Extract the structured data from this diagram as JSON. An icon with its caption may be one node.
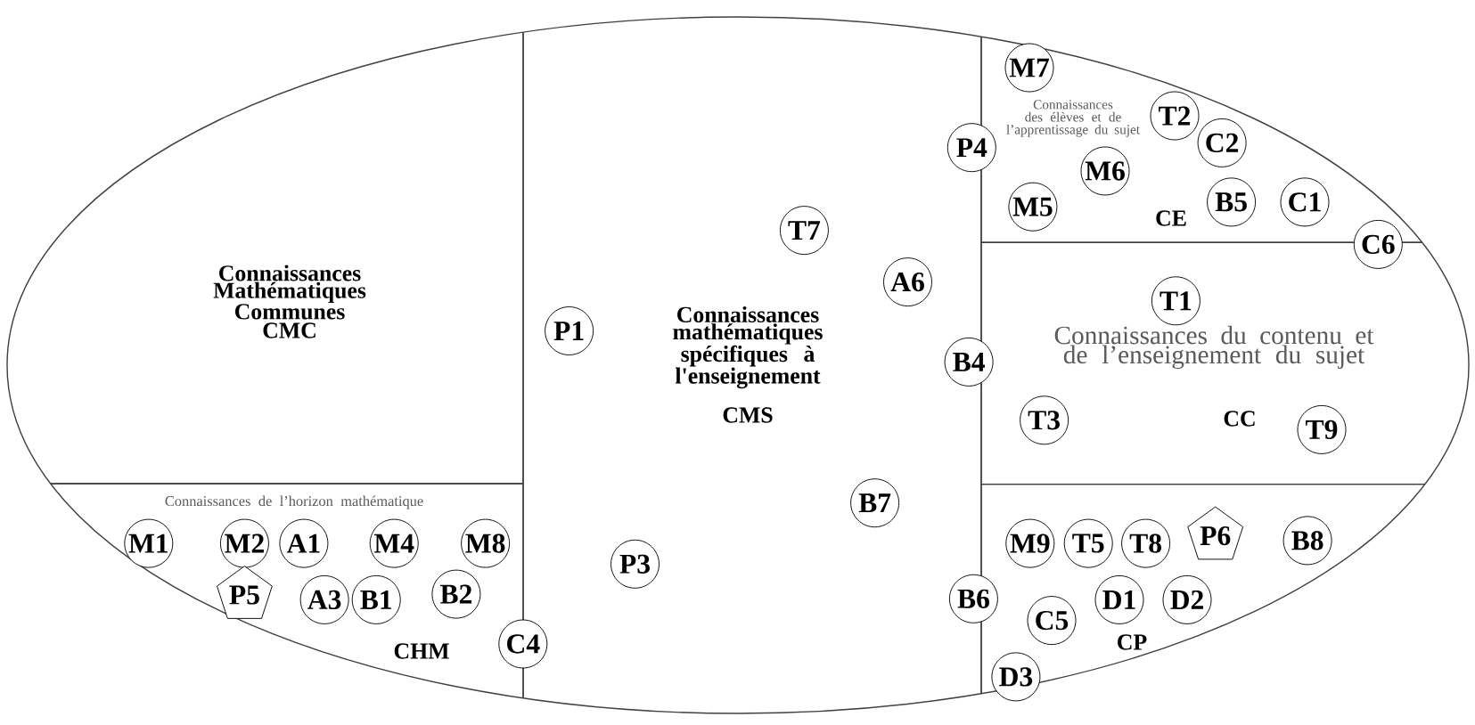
{
  "diagram": {
    "nodes": [
      {
        "text": [],
        "shape": "ellipse"
      },
      {
        "text": [
          "Connaissances Mathématiques Communes",
          "CMC"
        ],
        "in": 0
      },
      {
        "text": [
          "Connaissances de l’horizon mathématique",
          "CHM"
        ],
        "in": 0
      },
      {
        "text": [
          "Connaissances mathématiques spécifiques à l'enseignement",
          "CMS"
        ],
        "in": 0
      },
      {
        "text": [
          "Connaissances des élèves et de l’apprentissage du sujet",
          "CE"
        ],
        "in": 0
      },
      {
        "text": [
          "Connaissances du contenu et de l’enseignement du sujet",
          "CC"
        ],
        "in": 0
      },
      {
        "text": [
          "CP"
        ],
        "in": 0
      },
      {
        "text": [
          "T7"
        ],
        "in": 3
      },
      {
        "text": [
          "A6"
        ],
        "in": 3
      },
      {
        "text": [
          "P1"
        ],
        "in": 3
      },
      {
        "text": [
          "B7"
        ],
        "in": 3
      },
      {
        "text": [
          "P3"
        ],
        "in": 3
      },
      {
        "text": [
          "B4"
        ],
        "in": 0
      },
      {
        "text": [
          "P4"
        ],
        "in": 0
      },
      {
        "text": [
          "B6"
        ],
        "in": 0
      },
      {
        "text": [
          "C6"
        ],
        "in": 0
      },
      {
        "text": [
          "C4"
        ],
        "in": 0
      },
      {
        "text": [
          "M7"
        ],
        "in": 4
      },
      {
        "text": [
          "T2"
        ],
        "in": 4
      },
      {
        "text": [
          "C2"
        ],
        "in": 4
      },
      {
        "text": [
          "M6"
        ],
        "in": 4
      },
      {
        "text": [
          "M5"
        ],
        "in": 4
      },
      {
        "text": [
          "B5"
        ],
        "in": 4
      },
      {
        "text": [
          "C1"
        ],
        "in": 4
      },
      {
        "text": [
          "T1"
        ],
        "in": 5
      },
      {
        "text": [
          "T3"
        ],
        "in": 5
      },
      {
        "text": [
          "T9"
        ],
        "in": 5
      },
      {
        "text": [
          "M1"
        ],
        "in": 2
      },
      {
        "text": [
          "M2"
        ],
        "in": 2
      },
      {
        "text": [
          "A1"
        ],
        "in": 2
      },
      {
        "text": [
          "M4"
        ],
        "in": 2
      },
      {
        "text": [
          "M8"
        ],
        "in": 2
      },
      {
        "text": [
          "P5"
        ],
        "in": 2
      },
      {
        "text": [
          "A3"
        ],
        "in": 2
      },
      {
        "text": [
          "B1"
        ],
        "in": 2
      },
      {
        "text": [
          "B2"
        ],
        "in": 2
      },
      {
        "text": [
          "M9"
        ],
        "in": 6
      },
      {
        "text": [
          "T5"
        ],
        "in": 6
      },
      {
        "text": [
          "T8"
        ],
        "in": 6
      },
      {
        "text": [
          "P6"
        ],
        "in": 6
      },
      {
        "text": [
          "B8"
        ],
        "in": 6
      },
      {
        "text": [
          "C5"
        ],
        "in": 6
      },
      {
        "text": [
          "D1"
        ],
        "in": 6
      },
      {
        "text": [
          "D2"
        ],
        "in": 6
      },
      {
        "text": [
          "D3"
        ],
        "in": 6
      }
    ]
  }
}
